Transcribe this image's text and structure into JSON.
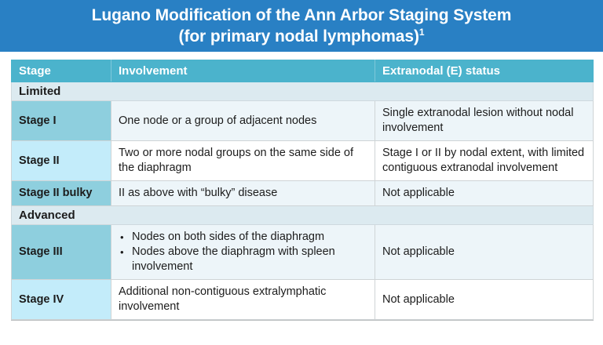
{
  "title": {
    "line1": "Lugano Modification of the Ann Arbor Staging System",
    "line2": "(for primary nodal lymphomas)",
    "superscript": "1"
  },
  "colors": {
    "banner": "#2980C4",
    "header_row": "#4BB3CC",
    "stage_teal": "#8ECFDE",
    "stage_light": "#C3ECFA",
    "section_row": "#DCEAF0",
    "content_tint": "#EDF5F9",
    "content_plain": "#FFFFFF",
    "text": "#1C1C1C",
    "border": "#CFD4D6"
  },
  "table": {
    "columns": [
      {
        "label": "Stage"
      },
      {
        "label": "Involvement"
      },
      {
        "label": "Extranodal (E) status"
      }
    ],
    "sections": [
      {
        "label": "Limited"
      },
      {
        "label": "Advanced"
      }
    ],
    "rows": [
      {
        "stage": "Stage I",
        "involvement": "One node or a group of adjacent nodes",
        "extranodal": "Single extranodal lesion without nodal involvement"
      },
      {
        "stage": "Stage II",
        "involvement": "Two or more nodal groups on the same side of the diaphragm",
        "extranodal": "Stage I or II by nodal extent, with limited contiguous extranodal involvement"
      },
      {
        "stage": "Stage II bulky",
        "involvement": "II as above with “bulky” disease",
        "extranodal": "Not applicable"
      },
      {
        "stage": "Stage III",
        "involvement_bullets": [
          "Nodes on both sides of the diaphragm",
          "Nodes above the diaphragm with spleen involvement"
        ],
        "extranodal": "Not applicable"
      },
      {
        "stage": "Stage IV",
        "involvement": "Additional non-contiguous extralymphatic involvement",
        "extranodal": "Not applicable"
      }
    ],
    "bullet_glyph": "•"
  }
}
